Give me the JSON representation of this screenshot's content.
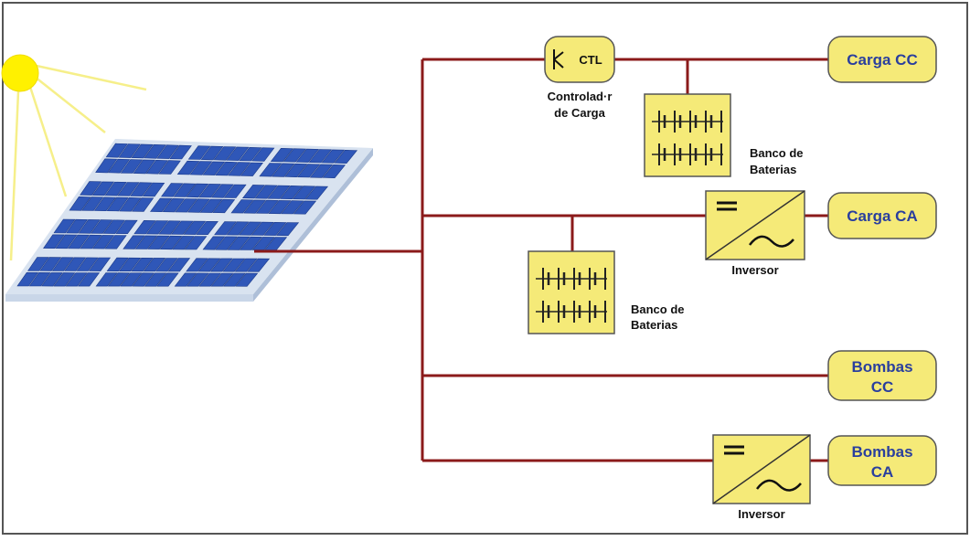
{
  "colors": {
    "wire": "#8b1a1a",
    "box_fill": "#f5ea78",
    "box_stroke": "#555555",
    "label_text": "#2a3f9e",
    "panel_cell": "#2f57b8",
    "sun": "#fff100"
  },
  "controller": {
    "symbol_label": "CTL",
    "caption_line1": "Controlad·r",
    "caption_line2": "de Carga"
  },
  "battery_bank_top": {
    "caption_line1": "Banco de",
    "caption_line2": "Baterias"
  },
  "battery_bank_mid": {
    "caption_line1": "Banco de",
    "caption_line2": "Baterias"
  },
  "inverter_top": {
    "caption": "Inversor"
  },
  "inverter_bottom": {
    "caption": "Inversor"
  },
  "loads": {
    "carga_cc": "Carga CC",
    "carga_ca": "Carga CA",
    "bombas_cc_line1": "Bombas",
    "bombas_cc_line2": "CC",
    "bombas_ca_line1": "Bombas",
    "bombas_ca_line2": "CA"
  },
  "icons": [
    "sun-icon",
    "solar-panel-icon",
    "charge-controller-icon",
    "battery-icon",
    "inverter-icon"
  ]
}
